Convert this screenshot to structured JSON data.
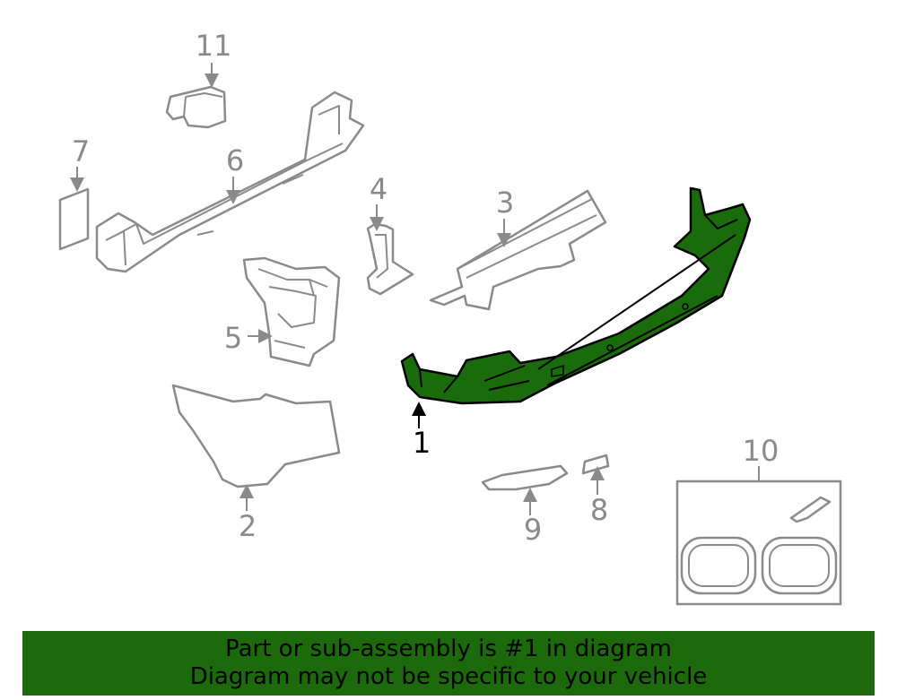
{
  "colors": {
    "highlight": "#1a6b0b",
    "banner": "#1c6a0c",
    "outline": "#8a8a8a",
    "highlight_outline": "#000000"
  },
  "callouts": {
    "c1": "1",
    "c2": "2",
    "c3": "3",
    "c4": "4",
    "c5": "5",
    "c6": "6",
    "c7": "7",
    "c8": "8",
    "c9": "9",
    "c10": "10",
    "c11": "11"
  },
  "banner": {
    "line1": "Part or sub-assembly is #1 in diagram",
    "line2": "Diagram may not be specific to your vehicle"
  }
}
